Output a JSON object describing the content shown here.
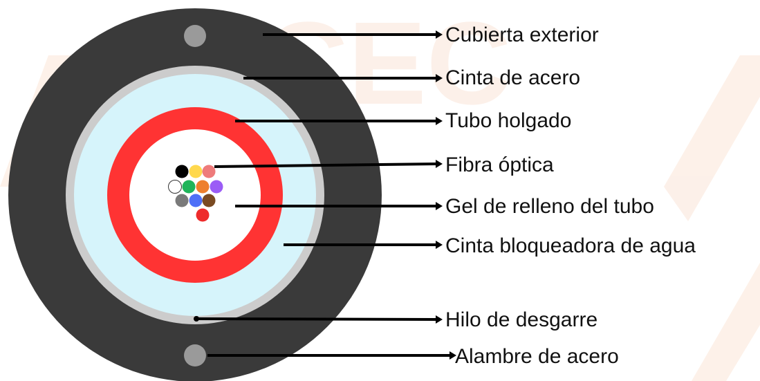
{
  "watermark": {
    "text": "CEC",
    "color": "#fbe7db"
  },
  "colors": {
    "outer_jacket": "#3a3a3a",
    "steel_wire": "#9a9a9a",
    "steel_tape": "#cccccc",
    "water_blocking_tape": "#d6f4fb",
    "loose_tube": "#ff3333",
    "gel": "#ffffff",
    "leader_line": "#000000"
  },
  "fibers": [
    {
      "name": "black-fiber",
      "color": "#000000"
    },
    {
      "name": "yellow-fiber",
      "color": "#ffd84d"
    },
    {
      "name": "rose-fiber",
      "color": "#ee7b7b"
    },
    {
      "name": "white-fiber",
      "color": "#ffffff"
    },
    {
      "name": "green-fiber",
      "color": "#1fb45a"
    },
    {
      "name": "orange-fiber",
      "color": "#ee7f2d"
    },
    {
      "name": "violet-fiber",
      "color": "#9b5cf6"
    },
    {
      "name": "gray-fiber",
      "color": "#7a7a7a"
    },
    {
      "name": "blue-fiber",
      "color": "#4f6ff7"
    },
    {
      "name": "brown-fiber",
      "color": "#7a4a22"
    },
    {
      "name": "red-fiber",
      "color": "#ee2b2b"
    }
  ],
  "labels": [
    {
      "key": "cubierta",
      "text": "Cubierta exterior"
    },
    {
      "key": "cinta_acero",
      "text": "Cinta de acero"
    },
    {
      "key": "tubo",
      "text": "Tubo holgado"
    },
    {
      "key": "fibra",
      "text": "Fibra óptica"
    },
    {
      "key": "gel",
      "text": "Gel de relleno del tubo"
    },
    {
      "key": "cinta_agua",
      "text": "Cinta bloqueadora de agua"
    },
    {
      "key": "hilo",
      "text": "Hilo de desgarre"
    },
    {
      "key": "alambre",
      "text": "Alambre de acero"
    }
  ]
}
